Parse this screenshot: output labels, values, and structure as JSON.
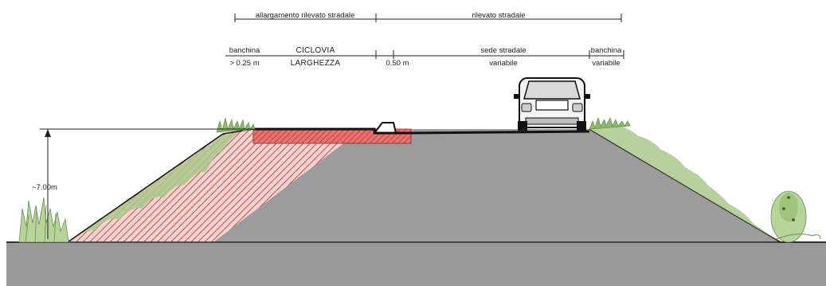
{
  "header": {
    "left_span_label": "allargamento rilevato stradale",
    "right_span_label": "rilevato stradale"
  },
  "columns": [
    {
      "title": "banchina",
      "value": "> 0.25 m"
    },
    {
      "title": "CICLOVIA",
      "value": "LARGHEZZA"
    },
    {
      "title": "",
      "value": "0.50 m"
    },
    {
      "title": "sede stradale",
      "value": "variabile"
    },
    {
      "title": "banchina",
      "value": "variabile"
    }
  ],
  "height_label": "~7.00m",
  "colors": {
    "embankment": "#9c9c9c",
    "ground_line": "#111111",
    "cycleway": "#e8726e",
    "hatch": "#c0504d",
    "vegetation": "#8db96a"
  },
  "icons": [
    "car-icon",
    "shrub-icon",
    "grass-icon"
  ]
}
